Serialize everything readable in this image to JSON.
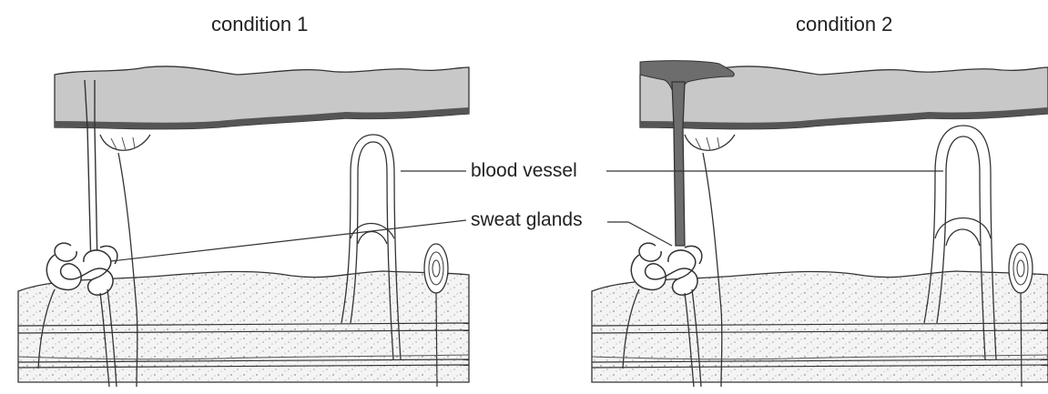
{
  "diagram": {
    "title_left": "condition 1",
    "title_right": "condition 2",
    "label_blood_vessel": "blood vessel",
    "label_sweat_glands": "sweat glands",
    "colors": {
      "epidermis_fill": "#c8c8c8",
      "epidermis_band": "#555555",
      "dermis_fill": "#f4f4f4",
      "sweat_fill_condition_2": "#6d6d6d",
      "line": "#333333"
    }
  }
}
